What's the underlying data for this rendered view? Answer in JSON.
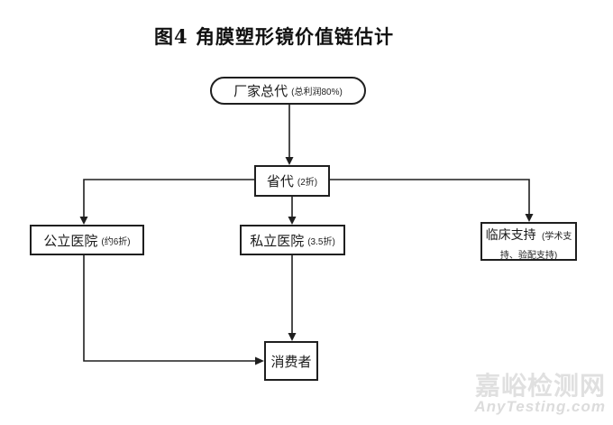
{
  "title": "图4 角膜塑形镜价值链估计",
  "diagram": {
    "nodes": {
      "factory": {
        "label": "厂家总代",
        "note": "(总利润80%)",
        "shape": "rounded"
      },
      "province": {
        "label": "省代",
        "note": "(2折)",
        "shape": "rect"
      },
      "public": {
        "label": "公立医院",
        "note": "(约6折)",
        "shape": "rect"
      },
      "private": {
        "label": "私立医院",
        "note": "(3.5折)",
        "shape": "rect"
      },
      "clinical": {
        "label": "临床支持",
        "note": "(学术支持、验配支持)",
        "shape": "rect"
      },
      "consumer": {
        "label": "消费者",
        "note": "",
        "shape": "rect"
      }
    },
    "edges": [
      {
        "from": "厂家总代",
        "to": "省代"
      },
      {
        "from": "省代",
        "to": "公立医院"
      },
      {
        "from": "省代",
        "to": "私立医院"
      },
      {
        "from": "省代",
        "to": "临床支持"
      },
      {
        "from": "公立医院",
        "to": "消费者"
      },
      {
        "from": "私立医院",
        "to": "消费者"
      }
    ]
  },
  "watermark": {
    "cn": "嘉峪检测网",
    "en": "AnyTesting.com"
  },
  "colors": {
    "line": "#1f1f1f",
    "background": "#ffffff",
    "watermark_cn": "#e0e0e0",
    "watermark_en": "#dcdcdc"
  }
}
